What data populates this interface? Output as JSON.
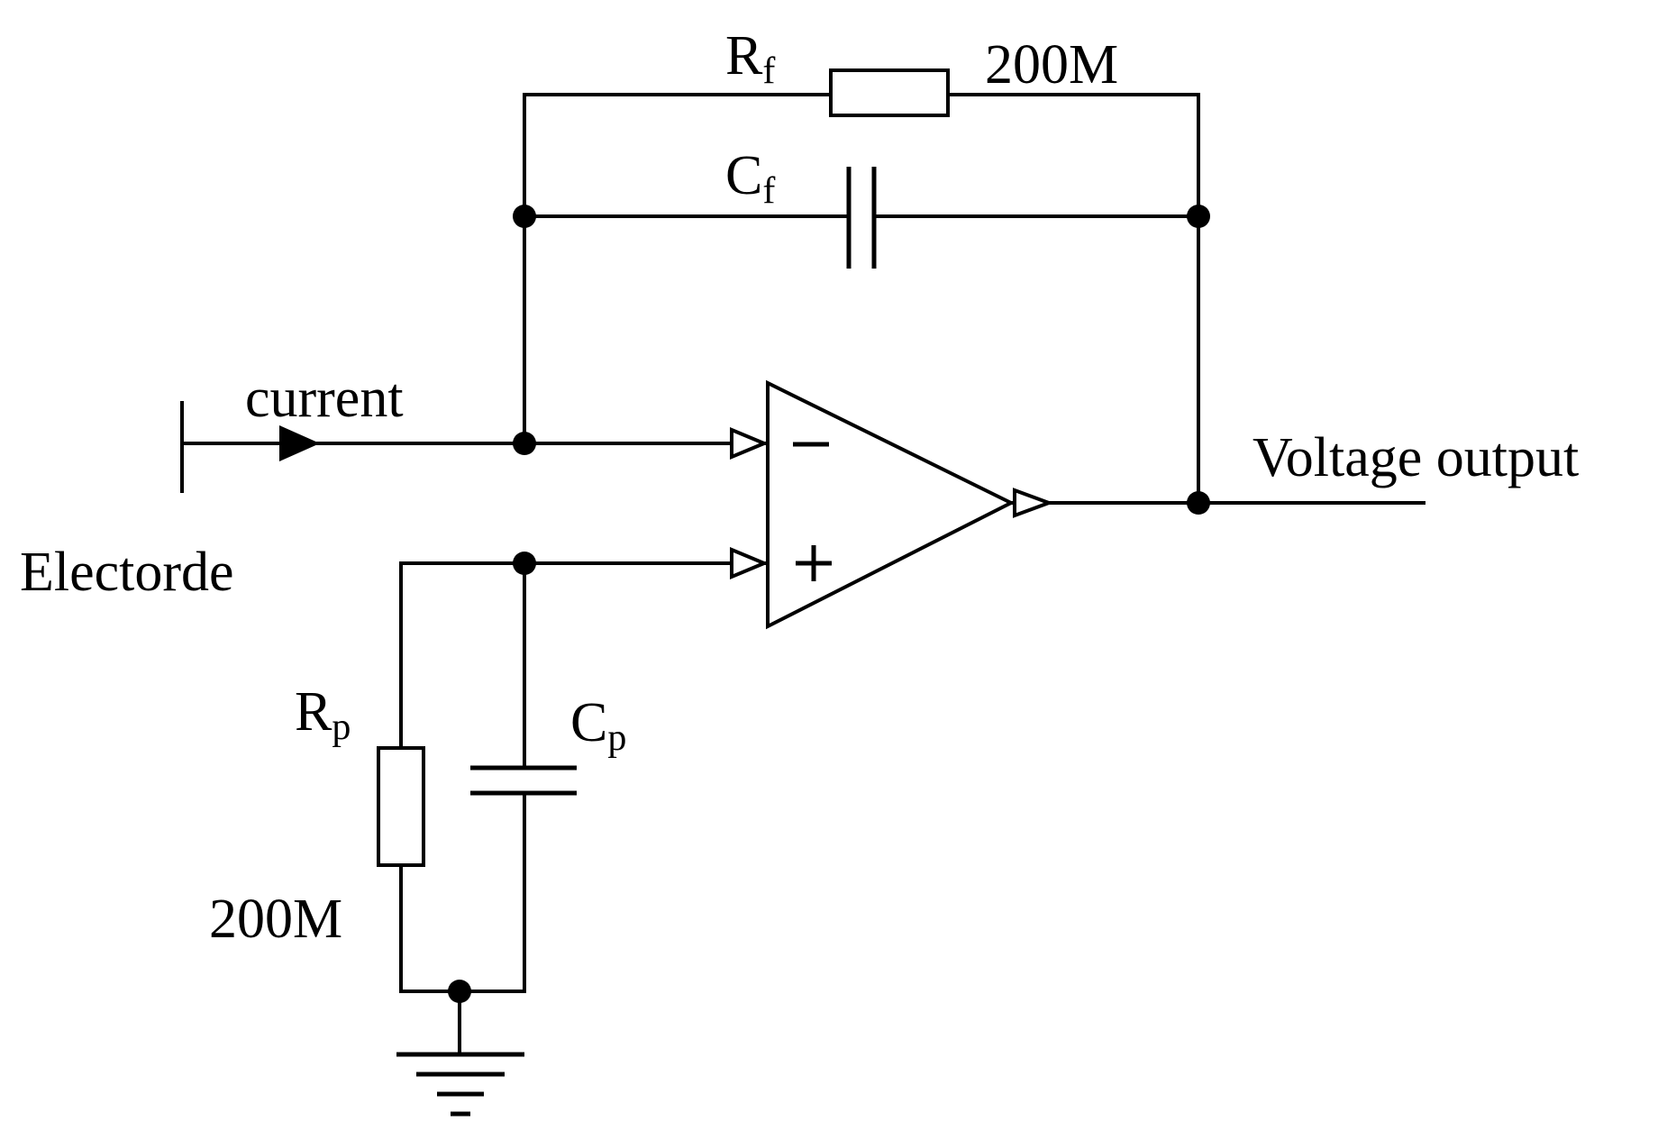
{
  "labels": {
    "rf": {
      "main": "R",
      "sub": "f"
    },
    "rf_value": "200M",
    "cf": {
      "main": "C",
      "sub": "f"
    },
    "current": "current",
    "electrode": "Electorde",
    "output": "Voltage output",
    "rp": {
      "main": "R",
      "sub": "p"
    },
    "rp_value": "200M",
    "cp": {
      "main": "C",
      "sub": "p"
    }
  }
}
